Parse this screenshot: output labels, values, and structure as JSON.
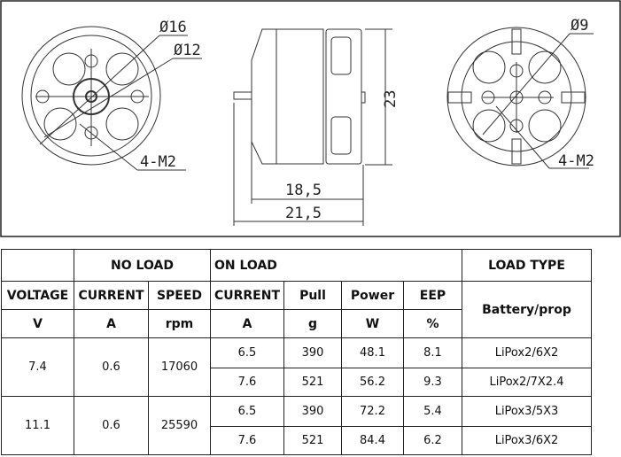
{
  "drawing": {
    "labels": {
      "d16": "Ø16",
      "d12": "Ø12",
      "m2_left": "4-M2",
      "d9": "Ø9",
      "m2_right": "4-M2",
      "height": "23",
      "len1": "18,5",
      "len2": "21,5"
    }
  },
  "table": {
    "groups": {
      "no_load": "NO LOAD",
      "on_load": "ON LOAD",
      "load_type": "LOAD TYPE"
    },
    "headers": [
      "VOLTAGE",
      "CURRENT",
      "SPEED",
      "CURRENT",
      "Pull",
      "Power",
      "EEP"
    ],
    "battery_prop": "Battery/prop",
    "units": [
      "V",
      "A",
      "rpm",
      "A",
      "g",
      "W",
      "%"
    ],
    "groups_data": [
      {
        "voltage": "7.4",
        "current": "0.6",
        "speed": "17060",
        "rows": [
          {
            "current": "6.5",
            "pull": "390",
            "power": "48.1",
            "eep": "8.1",
            "prop": "LiPox2/6X2"
          },
          {
            "current": "7.6",
            "pull": "521",
            "power": "56.2",
            "eep": "9.3",
            "prop": "LiPox2/7X2.4"
          }
        ]
      },
      {
        "voltage": "11.1",
        "current": "0.6",
        "speed": "25590",
        "rows": [
          {
            "current": "6.5",
            "pull": "390",
            "power": "72.2",
            "eep": "5.4",
            "prop": "LiPox3/5X3"
          },
          {
            "current": "7.6",
            "pull": "521",
            "power": "84.4",
            "eep": "6.2",
            "prop": "LiPox3/6X2"
          }
        ]
      }
    ]
  }
}
